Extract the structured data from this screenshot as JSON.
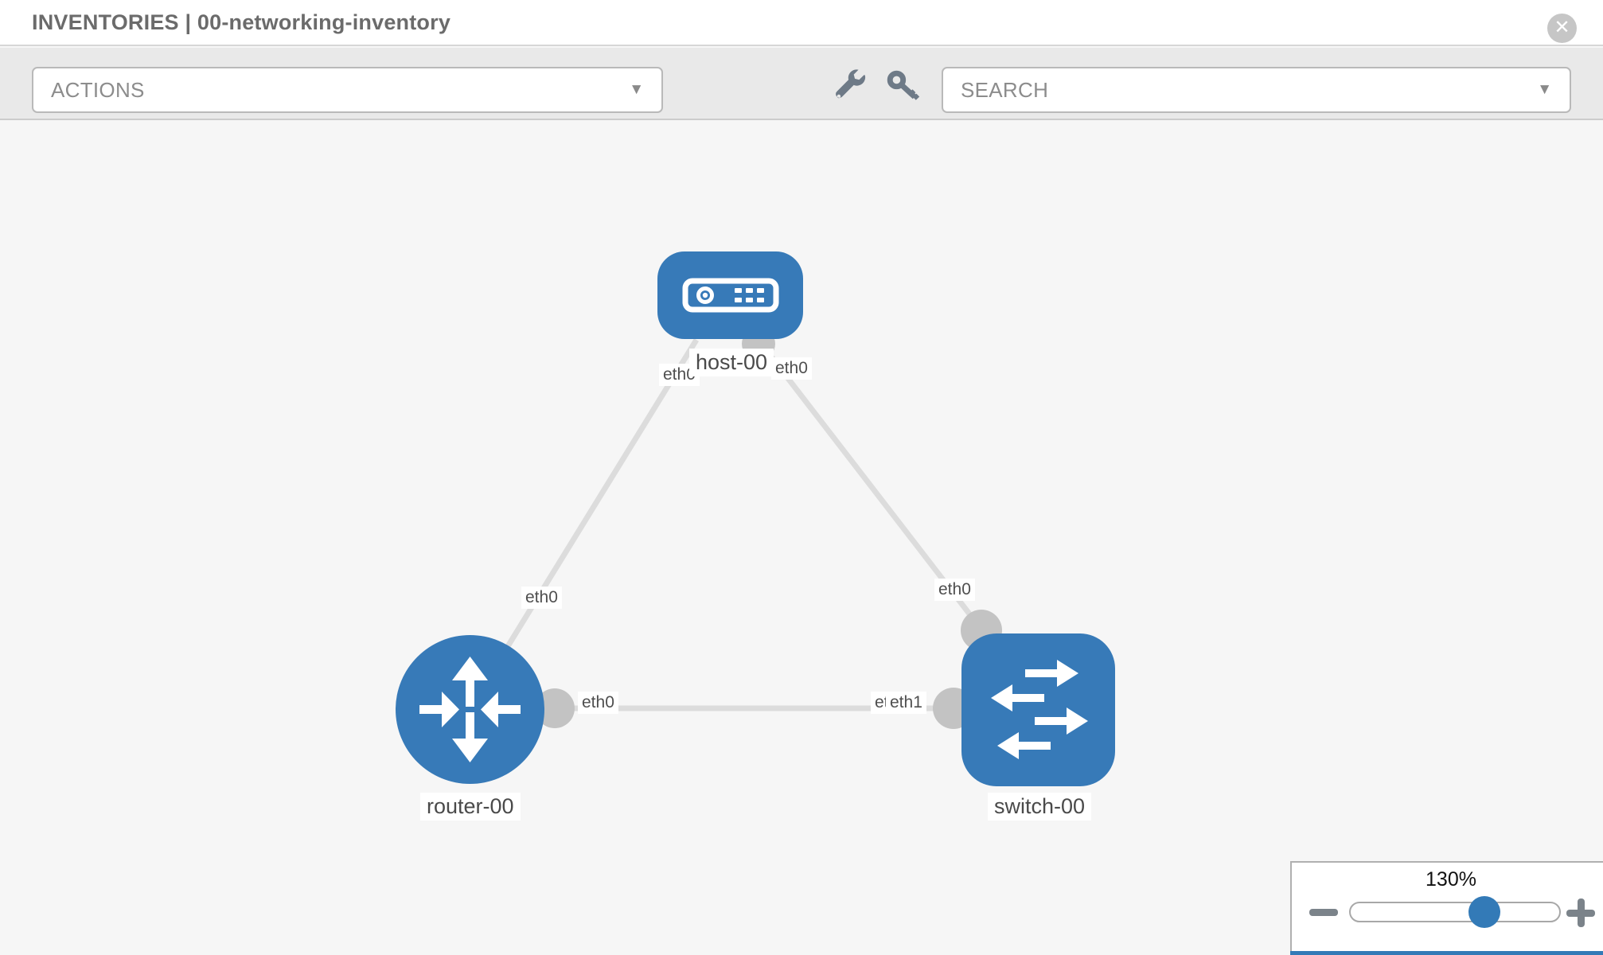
{
  "header": {
    "title": "INVENTORIES | 00-networking-inventory",
    "close_glyph": "✕"
  },
  "toolbar": {
    "actions_label": "ACTIONS",
    "search_label": "SEARCH",
    "caret_glyph": "▼",
    "icons": [
      "wrench-icon",
      "key-icon"
    ]
  },
  "topology": {
    "nodes": [
      {
        "id": "host-00",
        "type": "host",
        "label": "host-00"
      },
      {
        "id": "router-00",
        "type": "router",
        "label": "router-00"
      },
      {
        "id": "switch-00",
        "type": "switch",
        "label": "switch-00"
      }
    ],
    "links": [
      {
        "from": "host-00",
        "to": "router-00",
        "from_if": "eth0",
        "to_if": "eth0"
      },
      {
        "from": "host-00",
        "to": "switch-00",
        "from_if": "eth0",
        "to_if": "eth0"
      },
      {
        "from": "router-00",
        "to": "switch-00",
        "from_if": "eth0",
        "to_if": "eth1"
      }
    ],
    "interface_labels": {
      "host_left": "eth0",
      "host_right": "eth0",
      "router_diag": "eth0",
      "switch_diag": "eth0",
      "router_link": "eth0",
      "switch_link_under": "eth0",
      "switch_link_over": "eth1"
    }
  },
  "zoom_widget": {
    "value": "130%",
    "minus_glyph": "−",
    "plus_glyph": "+"
  },
  "colors": {
    "node_blue": "#377ab8",
    "accent_blue": "#337ab7",
    "link_gray": "#dcdcdc",
    "connector_gray": "#c3c3c3",
    "toolbar_bg": "#e9e9e9",
    "canvas_bg": "#f6f6f6",
    "title_gray": "#6b6b6b"
  }
}
